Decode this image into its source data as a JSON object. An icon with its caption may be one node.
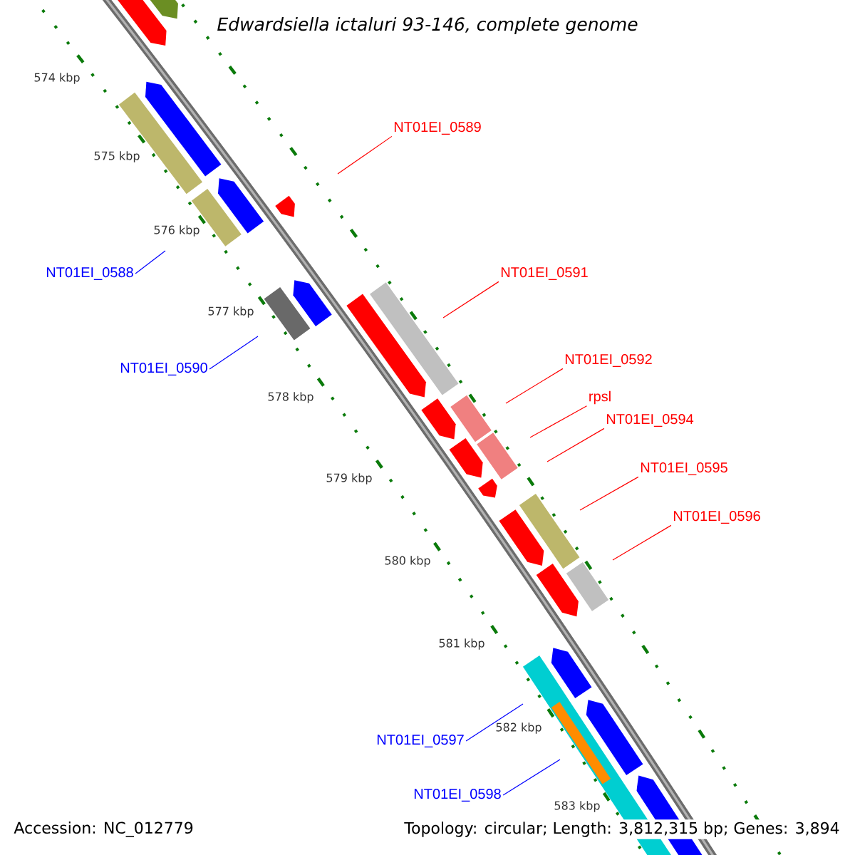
{
  "diagram": {
    "title": "Edwardsiella ictaluri 93-146, complete genome",
    "nodes": [
      {
        "text": [
          "NT01EI_0589"
        ]
      },
      {
        "text": [
          "NT01EI_0588"
        ]
      },
      {
        "text": [
          "NT01EI_0591"
        ]
      },
      {
        "text": [
          "NT01EI_0592"
        ]
      },
      {
        "text": [
          "NT01EI_0590"
        ]
      },
      {
        "text": [
          "rpsl"
        ]
      },
      {
        "text": [
          "NT01EI_0594"
        ]
      },
      {
        "text": [
          "NT01EI_0595"
        ]
      },
      {
        "text": [
          "NT01EI_0596"
        ]
      },
      {
        "text": [
          "NT01EI_0597"
        ]
      },
      {
        "text": [
          "NT01EI_0598"
        ]
      }
    ],
    "edges": [
      {
        "from": 0,
        "to": null,
        "arrow": "none"
      },
      {
        "from": 1,
        "to": null,
        "arrow": "none",
        "color": "#0000ff"
      },
      {
        "from": 2,
        "to": null,
        "arrow": "none"
      },
      {
        "from": 3,
        "to": null,
        "arrow": "none"
      },
      {
        "from": 4,
        "to": null,
        "arrow": "none",
        "color": "#0000ff"
      },
      {
        "from": 5,
        "to": null,
        "arrow": "none"
      },
      {
        "from": 6,
        "to": null,
        "arrow": "none"
      },
      {
        "from": 7,
        "to": null,
        "arrow": "none"
      },
      {
        "from": 8,
        "to": null,
        "arrow": "none"
      },
      {
        "from": 9,
        "to": null,
        "arrow": "none",
        "color": "#0000ff"
      },
      {
        "from": 10,
        "to": null,
        "arrow": "none",
        "color": "#0000ff"
      }
    ],
    "labels": [
      "574 kbp",
      "575 kbp",
      "576 kbp",
      "577 kbp",
      "578 kbp",
      "579 kbp",
      "580 kbp",
      "581 kbp",
      "582 kbp",
      "583 kbp",
      "Accession: NC_012779",
      "Topology: circular; Length: 3,812,315 bp; Genes: 3,894"
    ]
  }
}
